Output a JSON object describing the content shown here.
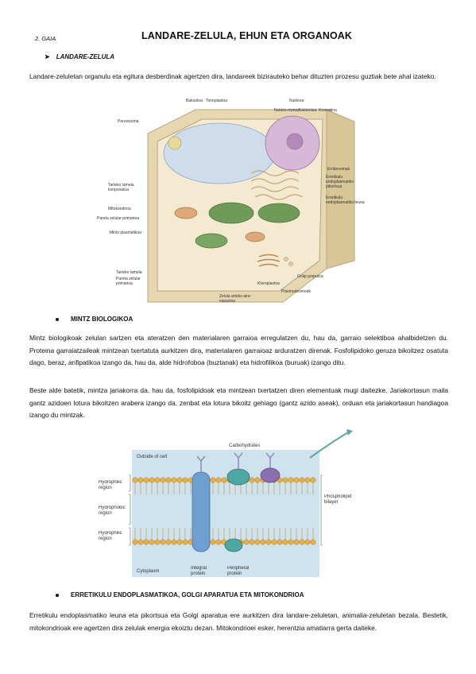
{
  "header": {
    "chapter": "2. GAIA",
    "title": "LANDARE-ZELULA, EHUN ETA ORGANOAK"
  },
  "section1": {
    "heading": "LANDARE-ZELULA",
    "paragraph": "Landare-zeluletan organulu eta egitura desberdinak agertzen dira, landareek bizirauteko behar dituzten prozesu guztiak bete ahal izateko."
  },
  "figure_cell": {
    "labels": {
      "bakuoloa": "Bakuoloa",
      "tonoplastoa": "Tonoplastoa",
      "nukleoa": "Nukleoa",
      "nukleo_mintza": "Nukleo-mintza",
      "nukleoloa": "Nukleoloa",
      "kromatina": "Kromatina",
      "peroxisoma": "Peroxisoma",
      "erribosomak": "Erribosomak",
      "erretikulu_pikortsua": "Erretikulu endoplasmatiko pikortsua",
      "erretikulu_leuna": "Erretikulu endoplasmatiko leuna",
      "tarteko_lamela_konposatua": "Tarteko lamela konposatua",
      "mitokondrioa": "Mitokondrioa",
      "pareta_primarioa": "Pareta zelular primarioa",
      "mintz_plasmatikoa": "Mintz plasmatikoa",
      "tarteko_lamela": "Tarteko lamela",
      "pareta_primarioa_2": "Pareta zelular primarioa",
      "golgi": "Golgi gorputza",
      "kloroplastoa": "Kloroplastoa",
      "plasmodesmoak": "Plasmodesmoak",
      "zelula_arteko": "Zelula arteko aire-espazioa"
    }
  },
  "section2": {
    "heading": "MINTZ BIOLOGIKOA",
    "paragraph1": "Mintz biologikoak zelulan sartzen eta ateratzen den materialaren garraioa erregulatzen du, hau da, garraio selektiboa ahalbidetzen du. Proteina garraiatzaileak mintzean txertatuta aurkitzen dira, materialaren garraioaz arduratzen direnak. Fosfolipidoko geruza bikoitzez osatuta dago, beraz, anfipatikoa izango da, hau da, alde hidrofoboa (buztanak) eta hidrofilikoa (buruak) izango ditu.",
    "paragraph2": "Beste alde batetik, mintza jariakorra da, hau da, fosfolipidoak eta mintzean txertatzen diren elementuak mugi daitezke. Jariakortasun maila gantz azidoen lotura bikoitzen arabera izango da, zenbat eta lotura bikoitz gehiago (gantz azido aseak), orduan eta jariakortasun handiagoa izango du mintzak."
  },
  "figure_membrane": {
    "labels": {
      "outside": "Outside of cell",
      "carbohydrates": "Carbohydrates",
      "hydrophilic_top": "Hydrophilic region",
      "hydrophobic": "Hydrophobic region",
      "hydrophilic_bottom": "Hydrophilic region",
      "phospholipid": "Phospholipid bilayer",
      "cytoplasm": "Cytoplasm",
      "integral": "Integral protein",
      "peripheral": "Peripheral protein"
    }
  },
  "section3": {
    "heading": "ERRETIKULU ENDOPLASMATIKOA, GOLGI APARATUA ETA MITOKONDRIOA",
    "paragraph": "Erretikulu endoplasmatiko leuna eta pikortsua eta Golgi aparatua ere aurkitzen dira landare-zeluletan, animalia-zeluletan bezala. Bestetik, mitokondrioak ere agertzen dira zelulak energia ekoiztu dezan. Mitokondrioei esker, herentzia amatiarra gerta daiteke."
  },
  "colors": {
    "cell_wall": "#e6d7b0",
    "vacuole": "#cfdcec",
    "nucleus": "#d7b8d9",
    "chloroplast": "#6f9a58",
    "membrane_head": "#e8b04a",
    "protein_blue": "#6fa6c9",
    "protein_purple": "#8b6fae",
    "protein_teal": "#4fa7a3"
  }
}
